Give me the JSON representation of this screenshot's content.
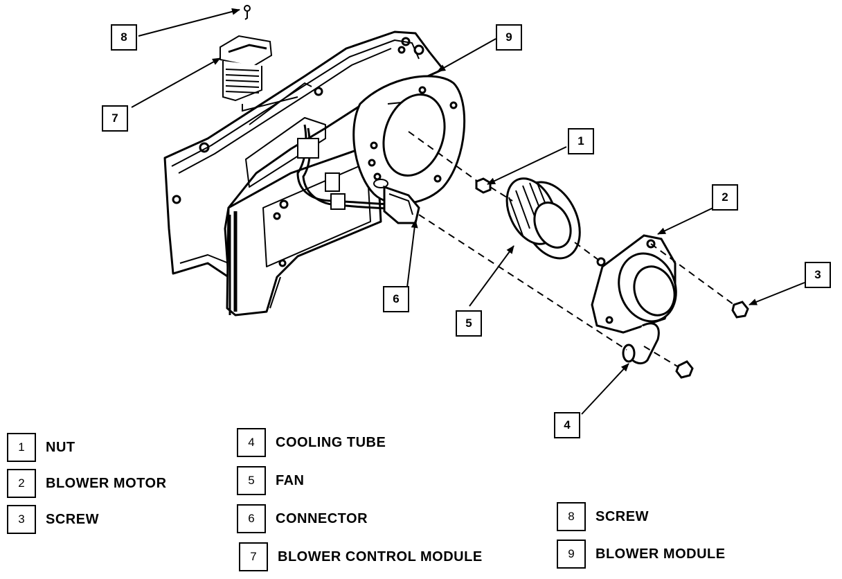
{
  "callouts": [
    {
      "num": "1"
    },
    {
      "num": "2"
    },
    {
      "num": "3"
    },
    {
      "num": "4"
    },
    {
      "num": "5"
    },
    {
      "num": "6"
    },
    {
      "num": "7"
    },
    {
      "num": "8"
    },
    {
      "num": "9"
    }
  ],
  "legend": [
    {
      "num": "1",
      "label": "NUT"
    },
    {
      "num": "2",
      "label": "BLOWER MOTOR"
    },
    {
      "num": "3",
      "label": "SCREW"
    },
    {
      "num": "4",
      "label": "COOLING TUBE"
    },
    {
      "num": "5",
      "label": "FAN"
    },
    {
      "num": "6",
      "label": "CONNECTOR"
    },
    {
      "num": "7",
      "label": "BLOWER CONTROL MODULE"
    },
    {
      "num": "8",
      "label": "SCREW"
    },
    {
      "num": "9",
      "label": "BLOWER MODULE"
    }
  ]
}
